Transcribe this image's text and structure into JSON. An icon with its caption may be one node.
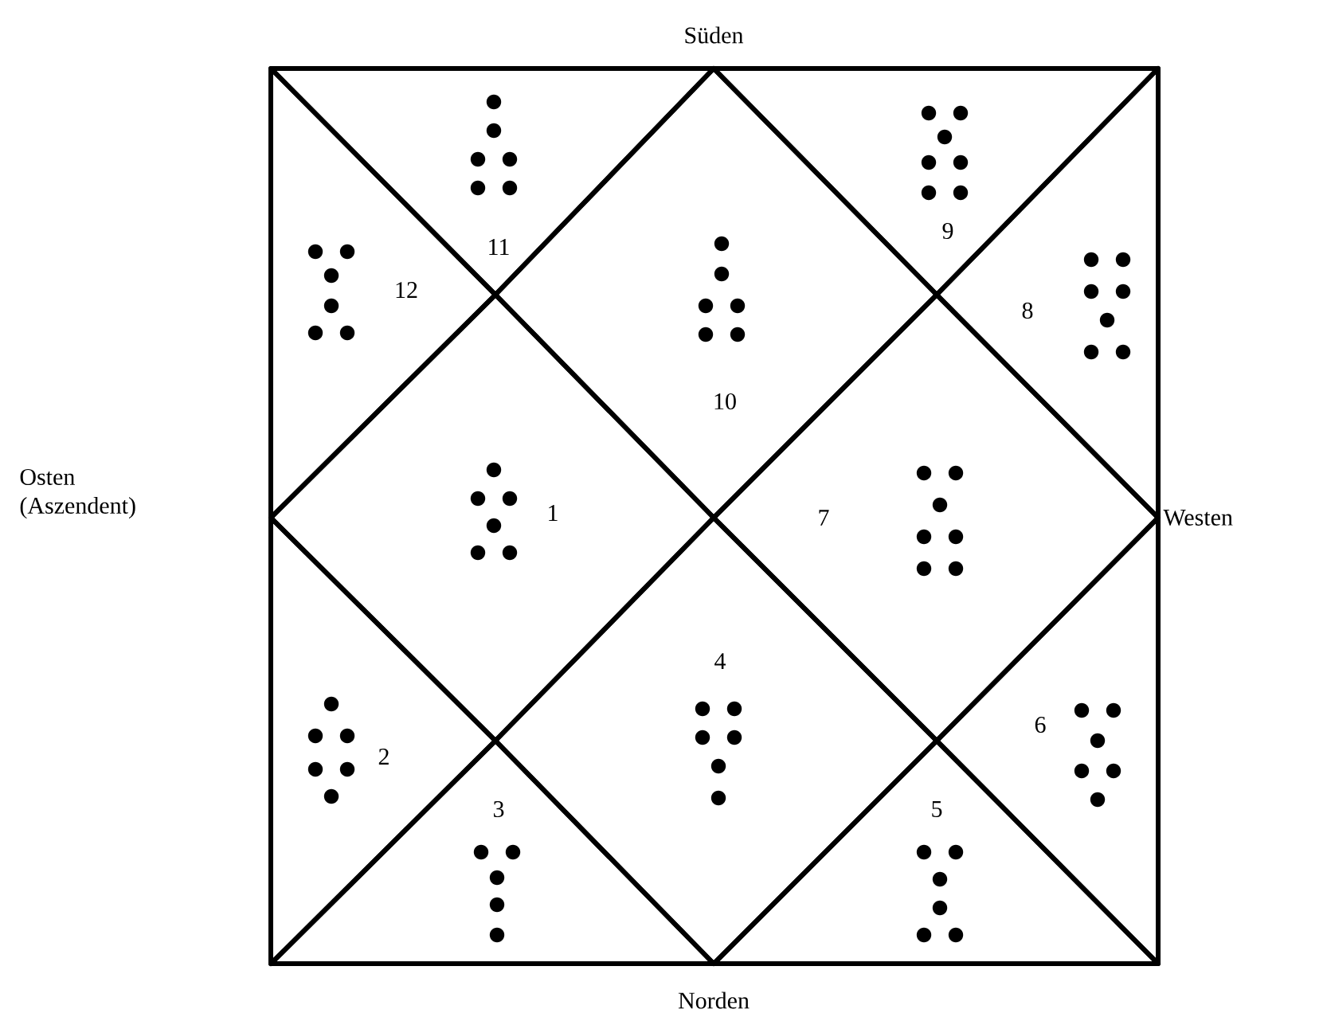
{
  "diagram": {
    "nodes": [
      {
        "text": [
          "1"
        ]
      },
      {
        "text": [
          "2"
        ]
      },
      {
        "text": [
          "3"
        ]
      },
      {
        "text": [
          "4"
        ]
      },
      {
        "text": [
          "5"
        ]
      },
      {
        "text": [
          "6"
        ]
      },
      {
        "text": [
          "7"
        ]
      },
      {
        "text": [
          "8"
        ]
      },
      {
        "text": [
          "9"
        ]
      },
      {
        "text": [
          "10"
        ]
      },
      {
        "text": [
          "11"
        ]
      },
      {
        "text": [
          "12"
        ]
      }
    ],
    "labels": [
      "Süden",
      "Osten (Aszendent)",
      "Westen",
      "Norden"
    ]
  }
}
